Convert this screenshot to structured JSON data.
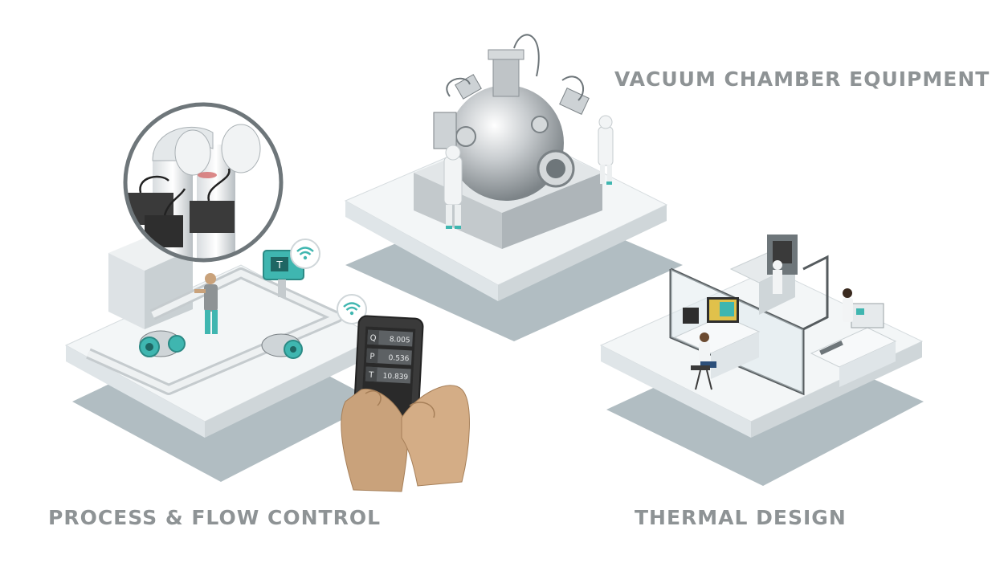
{
  "labels": {
    "vacuum": "VACUUM CHAMBER EQUIPMENT",
    "process": "PROCESS & FLOW CONTROL",
    "thermal": "THERMAL DESIGN"
  },
  "phone": {
    "readings": [
      {
        "symbol": "Q",
        "value": "8.005"
      },
      {
        "symbol": "P",
        "value": "0.536"
      },
      {
        "symbol": "T",
        "value": "10.839"
      }
    ]
  },
  "transmitter": {
    "symbol": "T"
  },
  "colors": {
    "label": "#8e9395",
    "teal": "#3fb6b0",
    "platform": "#eef2f4",
    "shadow": "#a9b6bb",
    "metal": "#c7cbce",
    "phone": "#3a3a3a",
    "skin": "#c9a27b"
  },
  "icons": [
    "wifi-icon",
    "wifi-icon"
  ]
}
